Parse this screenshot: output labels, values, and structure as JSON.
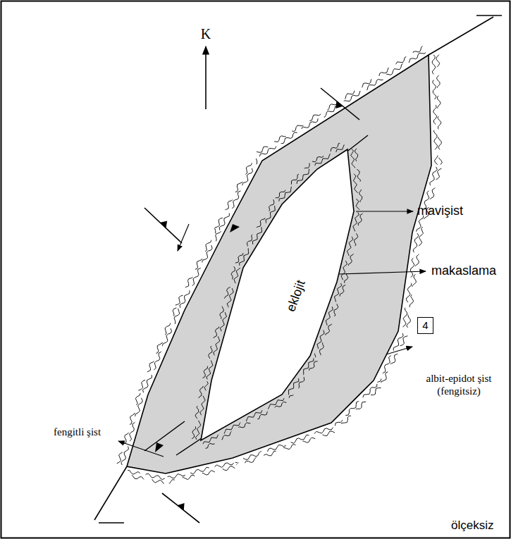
{
  "diagram": {
    "nodes": [
      {
        "text": [
          "eklojit"
        ]
      },
      {
        "text": [
          "4"
        ]
      }
    ],
    "labels": [
      "K",
      "mavişist",
      "makaslama",
      "fengitli şist",
      "albit-epidot şist (fengitsiz)",
      "ölçeksiz"
    ]
  }
}
